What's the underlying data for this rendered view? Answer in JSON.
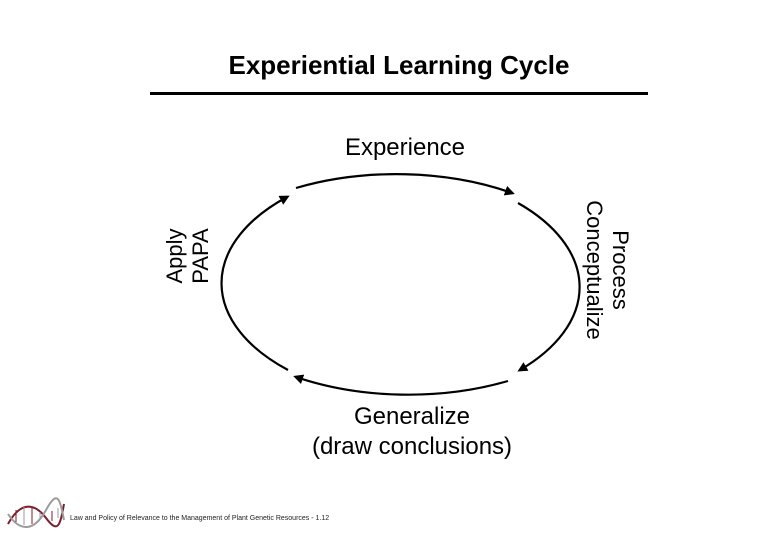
{
  "diagram": {
    "title": "Experiential Learning Cycle",
    "stages": {
      "top": "Experience",
      "right_line1": "Process",
      "right_line2": "Conceptualize",
      "bottom_line1": "Generalize",
      "bottom_line2": "(draw conclusions)",
      "left_line1": "Apply",
      "left_line2": "PAPA"
    },
    "arrow_color": "#000000"
  },
  "footer": {
    "caption": "Law and Policy of Relevance to the Management of Plant Genetic Resources - 1.12",
    "logo_icon": "dna-helix-icon"
  }
}
